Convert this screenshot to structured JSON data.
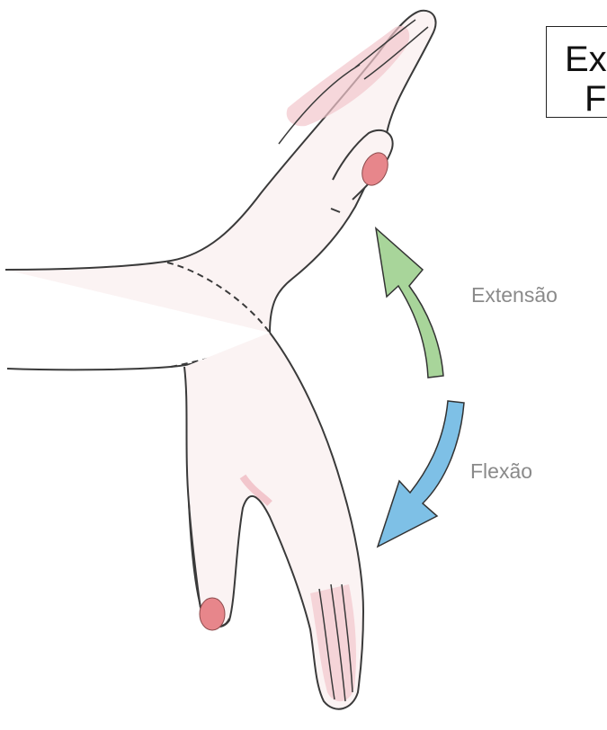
{
  "caption": {
    "line1": "Ex",
    "line2": "F"
  },
  "arrows": {
    "extension": {
      "label": "Extensão",
      "color": "#a8d59a"
    },
    "flexion": {
      "label": "Flexão",
      "color": "#7ec0e6"
    }
  },
  "colors": {
    "skin": "#fbf3f3",
    "nail": "#e7868b",
    "shading": "#f2c6cc",
    "outline": "#3a3a3a"
  }
}
